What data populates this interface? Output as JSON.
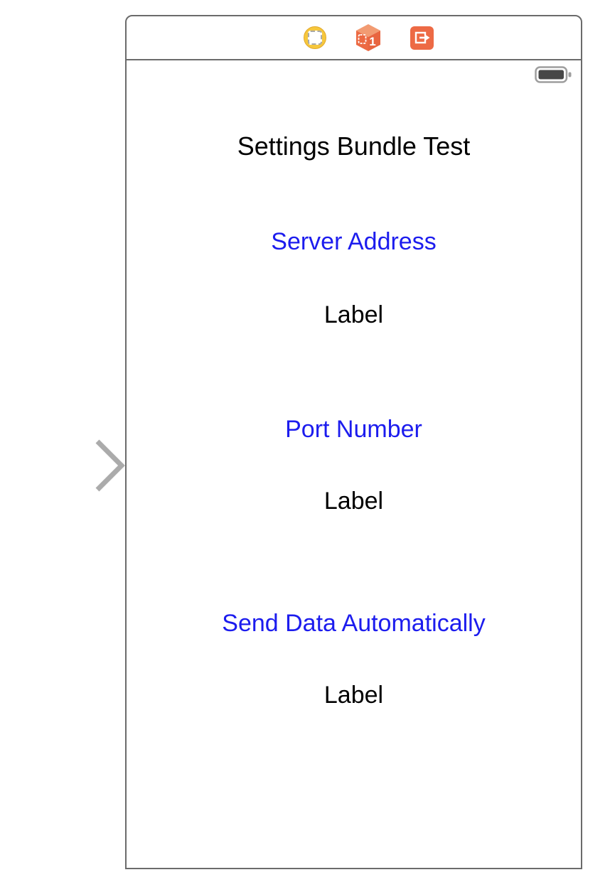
{
  "scene": {
    "dock": {
      "icons": [
        {
          "name": "view-controller-icon"
        },
        {
          "name": "first-responder-icon",
          "badge": "1"
        },
        {
          "name": "exit-icon"
        }
      ]
    },
    "status_bar": {
      "battery_icon": "battery-icon"
    },
    "view": {
      "title": "Settings Bundle Test",
      "rows": [
        {
          "kind": "button",
          "text": "Server Address"
        },
        {
          "kind": "label",
          "text": "Label"
        },
        {
          "kind": "button",
          "text": "Port Number"
        },
        {
          "kind": "label",
          "text": "Label"
        },
        {
          "kind": "button",
          "text": "Send Data Automatically"
        },
        {
          "kind": "label",
          "text": "Label"
        }
      ]
    },
    "entry_point": {
      "icon": "entry-point-arrow"
    }
  },
  "colors": {
    "button_blue": "#1C1CEE",
    "label_black": "#000000",
    "frame_gray": "#6B6B6B",
    "arrow_gray": "#ABABAB",
    "icon_orange": "#ED6A45",
    "icon_orange_top": "#F29B72",
    "icon_yellow": "#F6C73C",
    "battery_fill": "#474747",
    "battery_outline": "#9E9E9E"
  }
}
